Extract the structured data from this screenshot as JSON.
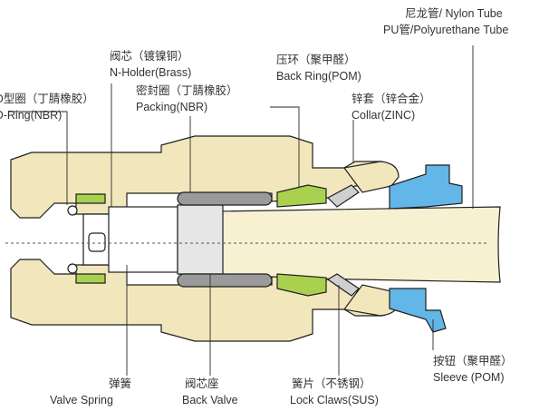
{
  "colors": {
    "body_brass": "#f2e7bc",
    "tube": "#f7f1d2",
    "nbr_seal": "#a9d14f",
    "pom": "#a9d14f",
    "zinc_collar": "#f2e7bc",
    "sleeve": "#62b6e8",
    "holder": "#ffffff",
    "spring": "#ffffff",
    "back_valve": "#e6e6e6",
    "packing": "#9a9a9a",
    "lock_claws": "#cfcfcf",
    "outline": "#1f1f1f",
    "label_text": "#333333"
  },
  "labels": {
    "oring": {
      "zh": "O型圈（丁腈橡胶）",
      "en": "O-Ring(NBR)"
    },
    "n_holder": {
      "zh": "阀芯（镀镍铜）",
      "en": "N-Holder(Brass)"
    },
    "packing": {
      "zh": "密封圈（丁腈橡胶）",
      "en": "Packing(NBR)"
    },
    "back_ring": {
      "zh": "压环（聚甲醛）",
      "en": "Back Ring(POM)"
    },
    "collar": {
      "zh": "锌套（锌合金）",
      "en": "Collar(ZINC)"
    },
    "tube": {
      "zh": "尼龙管/ Nylon Tube",
      "en": "PU管/Polyurethane Tube"
    },
    "valve_spring": {
      "zh": "弹簧",
      "en": "Valve Spring"
    },
    "back_valve": {
      "zh": "阀芯座",
      "en": "Back Valve"
    },
    "lock_claws": {
      "zh": "簧片（不锈钢）",
      "en": "Lock Claws(SUS)"
    },
    "sleeve": {
      "zh": "按钮（聚甲醛）",
      "en": "Sleeve (POM)"
    }
  }
}
